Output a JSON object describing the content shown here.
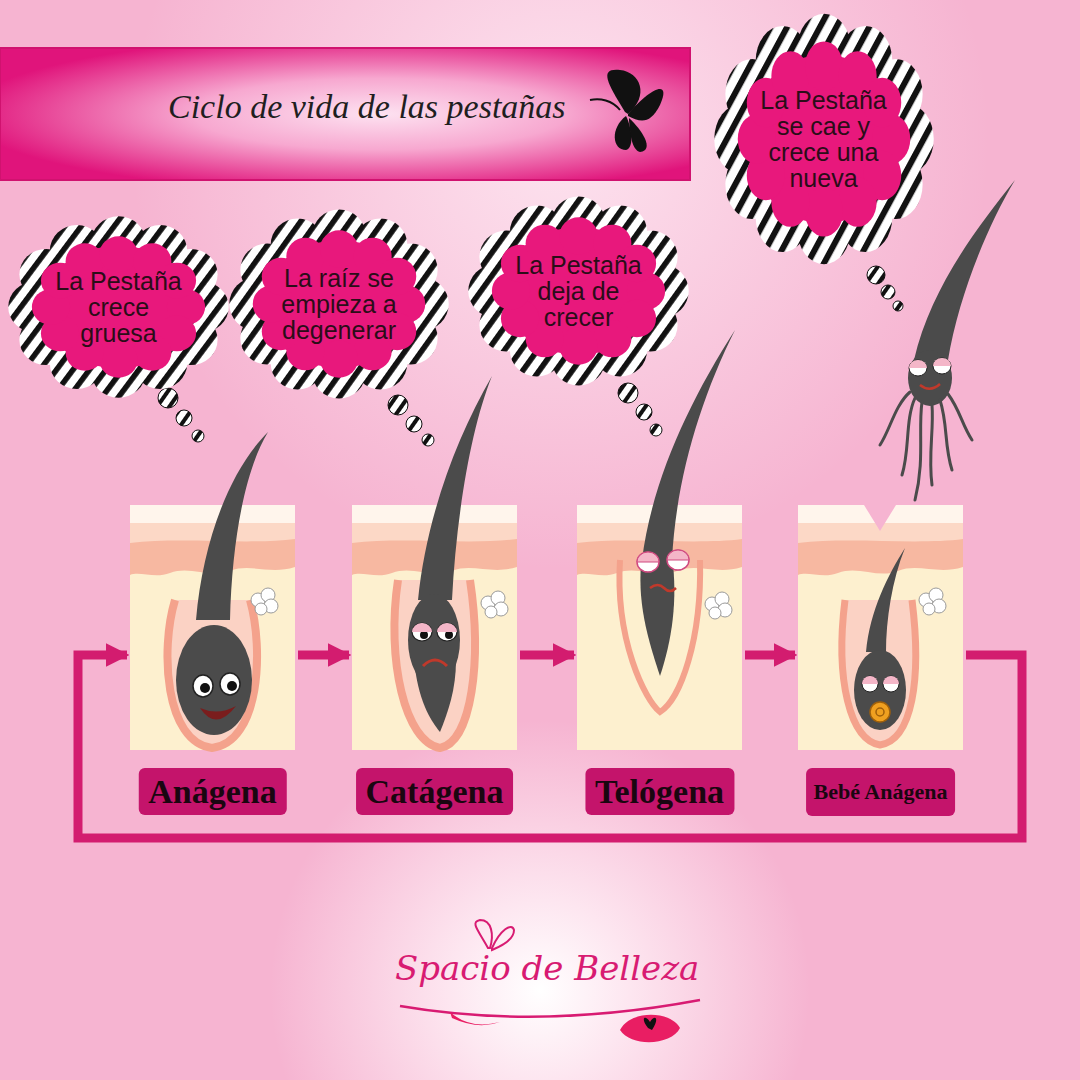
{
  "diagram": {
    "title": "Ciclo de vida de las pestañas",
    "nodes": [
      {
        "text": [
          "La Pestaña crece gruesa"
        ]
      },
      {
        "text": [
          "La raíz se empieza a degenerar"
        ]
      },
      {
        "text": [
          "La Pestaña deja de crecer"
        ]
      },
      {
        "text": [
          "La Pestaña se cae y crece una nueva"
        ]
      },
      {
        "text": [
          "Anágena"
        ]
      },
      {
        "text": [
          "Catágena"
        ]
      },
      {
        "text": [
          "Telógena"
        ]
      },
      {
        "text": [
          "Bebé Anágena"
        ]
      }
    ],
    "edges": [
      {
        "from": 4,
        "to": 5,
        "arrow": "to"
      },
      {
        "from": 5,
        "to": 6,
        "arrow": "to"
      },
      {
        "from": 6,
        "to": 7,
        "arrow": "to"
      },
      {
        "from": 7,
        "to": 4,
        "arrow": "to"
      }
    ],
    "labels": [
      "Spacio de Belleza"
    ]
  }
}
